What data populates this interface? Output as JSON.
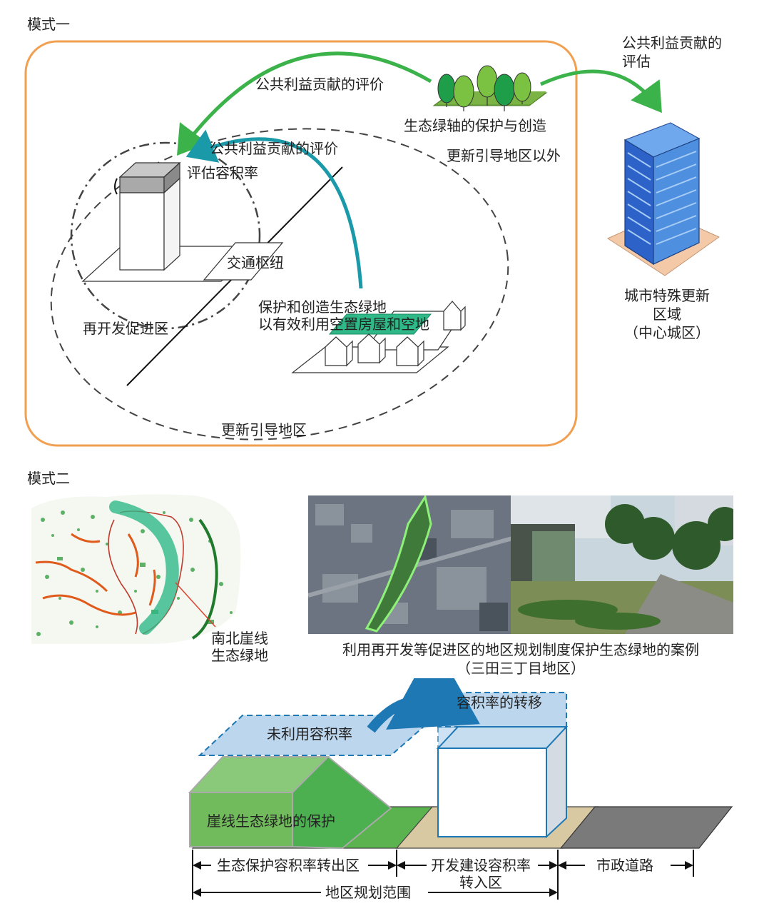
{
  "mode1": {
    "heading": "模式一",
    "label_eval_top": "公共利益贡献的评价",
    "label_eval_inner": "公共利益贡献的评价",
    "label_green_axis": "生态绿轴的保护与创造",
    "label_outside": "更新引导地区以外",
    "label_far": "评估容积率",
    "label_transport": "交通枢纽",
    "label_protect_line1": "保护和创造生态绿地",
    "label_protect_line2": "以有效利用空置房屋和空地",
    "label_redevelop": "再开发促进区",
    "label_update_area": "更新引导地区",
    "label_contrib_line1": "公共利益贡献的",
    "label_contrib_line2": "评估",
    "label_city_line1": "城市特殊更新",
    "label_city_line2": "区域",
    "label_city_line3": "（中心城区）"
  },
  "mode2": {
    "heading": "模式二",
    "map_label_line1": "南北崖线",
    "map_label_line2": "生态绿地",
    "photo_caption_line1": "利用再开发等促进区的地区规划制度保护生态绿地的案例",
    "photo_caption_line2": "（三田三丁目地区）"
  },
  "transfer": {
    "label_unused": "未利用容积率",
    "label_transfer": "容积率的转移",
    "label_cliff": "崖线生态绿地的保护",
    "label_out_zone": "生态保护容积率转出区",
    "label_in_zone_line1": "开发建设容积率",
    "label_in_zone_line2": "转入区",
    "label_road": "市政道路",
    "label_scope": "地区规划范围"
  },
  "colors": {
    "orange_frame": "#f0a050",
    "green_arrow": "#3cb34a",
    "teal_arrow": "#1a9aa8",
    "green_field": "#2fb888",
    "building_blue": "#3a78d8",
    "plot_tan": "#d8c9a3",
    "road_gray": "#7a7a7a",
    "transfer_blue": "#1e78b4"
  }
}
